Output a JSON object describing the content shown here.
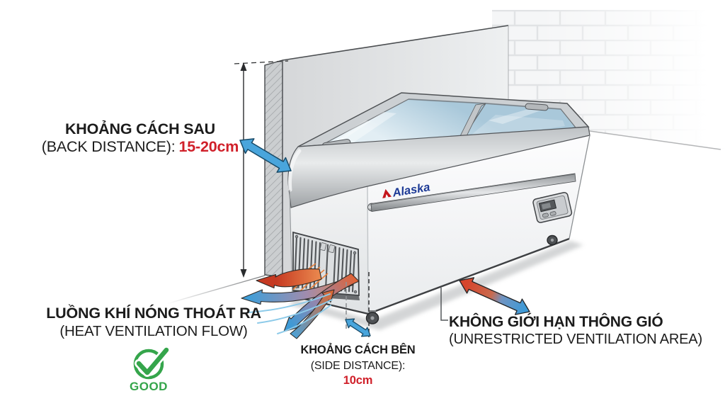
{
  "brand": {
    "name": "Alaska",
    "text_color": "#1d3a96",
    "logo_red": "#c4161c"
  },
  "labels": {
    "back_distance": {
      "title": "KHOẢNG CÁCH SAU",
      "subtitle": "(BACK DISTANCE):",
      "value": "15-20cm"
    },
    "heat_flow": {
      "title": "LUỒNG KHÍ NÓNG THOÁT RA",
      "subtitle": "(HEAT VENTILATION FLOW)"
    },
    "good": {
      "label": "GOOD"
    },
    "side_distance": {
      "title": "KHOẢNG CÁCH BÊN",
      "subtitle": "(SIDE DISTANCE):",
      "value": "10cm"
    },
    "ventilation": {
      "title": "KHÔNG GIỚI HẠN THÔNG GIÓ",
      "subtitle": "(UNRESTRICTED VENTILATION AREA)"
    }
  },
  "icons": {
    "check_icon": "✓",
    "double_arrow_blue": "↔",
    "double_arrow_hot_cold": "↔"
  },
  "colors": {
    "text": "#1c1c1c",
    "accent_red": "#d0202a",
    "arrow_blue": "#49a5dc",
    "arrow_hot_red": "#d6452c",
    "good_green": "#35a54b"
  }
}
